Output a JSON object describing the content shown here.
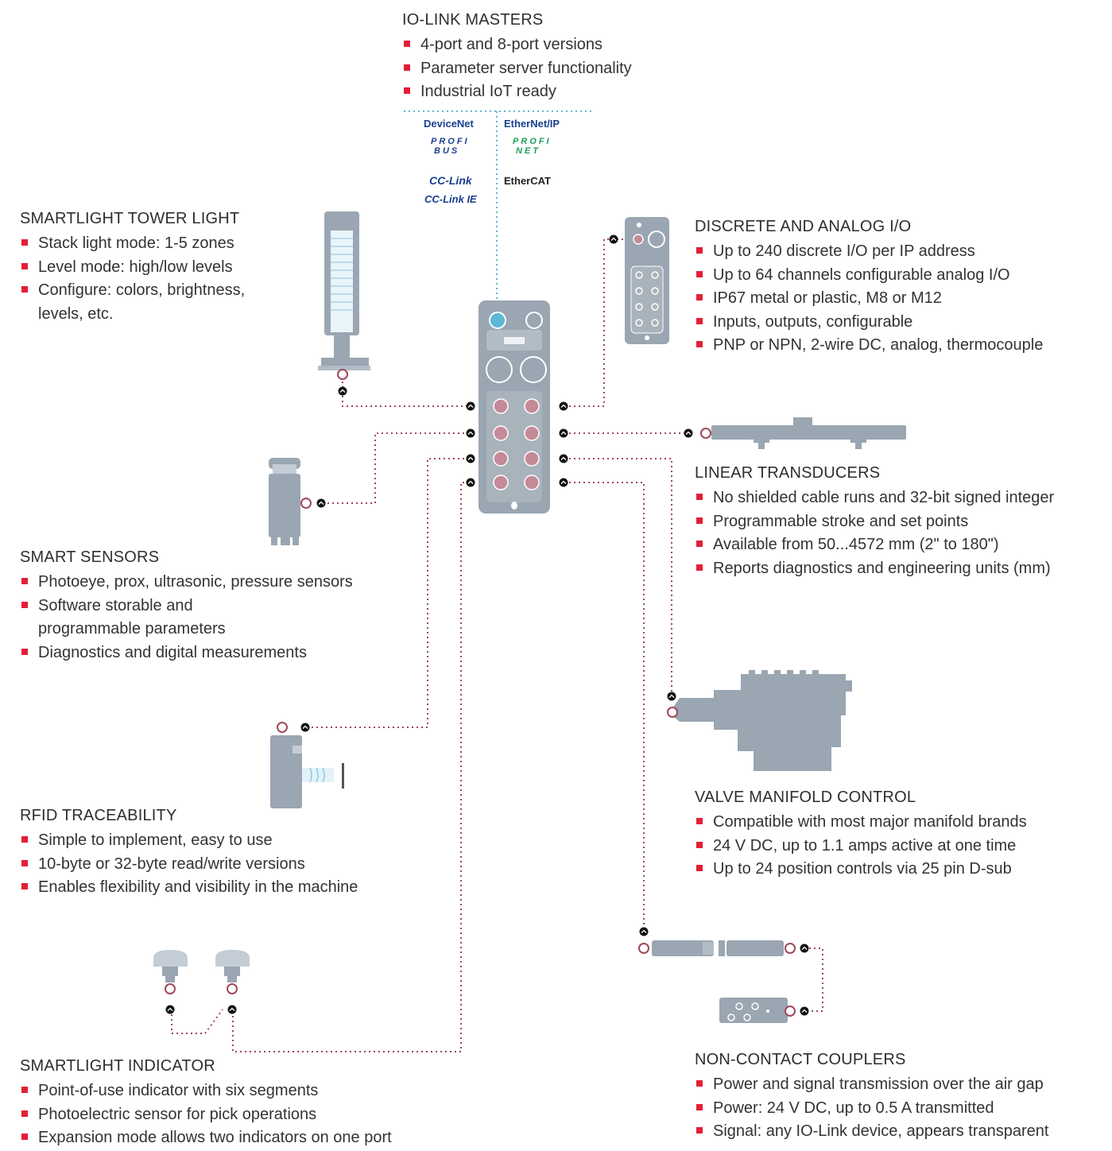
{
  "io_link": {
    "title": "IO-LINK MASTERS",
    "items": [
      "4-port and 8-port versions",
      "Parameter server functionality",
      "Industrial IoT ready"
    ]
  },
  "network_logos": {
    "devicenet": "DeviceNet",
    "ethernetip": "EtherNet/IP",
    "profibus_top": "PROFI",
    "profibus_bottom": "BUS",
    "profinet_top": "PROFI",
    "profinet_bottom": "NET",
    "cclink": "CC-Link",
    "cclinkie": "CC-Link IE",
    "ethercat": "EtherCAT"
  },
  "tower_light": {
    "title": "SMARTLIGHT TOWER LIGHT",
    "items": [
      "Stack light mode: 1-5 zones",
      "Level mode: high/low levels",
      "Configure: colors, brightness,",
      "levels, etc."
    ]
  },
  "discrete_io": {
    "title": "DISCRETE AND ANALOG I/O",
    "items": [
      "Up to 240 discrete I/O per IP address",
      "Up to 64 channels configurable analog I/O",
      "IP67 metal or plastic, M8 or M12",
      "Inputs, outputs, configurable",
      "PNP or NPN, 2-wire DC, analog, thermocouple"
    ]
  },
  "linear": {
    "title": "LINEAR TRANSDUCERS",
    "items": [
      "No shielded cable runs and 32-bit signed integer",
      "Programmable stroke and set points",
      "Available from 50...4572 mm (2\" to 180\")",
      "Reports diagnostics and engineering units (mm)"
    ]
  },
  "smart_sensors": {
    "title": "SMART SENSORS",
    "items": [
      "Photoeye, prox, ultrasonic, pressure sensors",
      "Software storable and",
      "programmable parameters",
      "Diagnostics and digital measurements"
    ]
  },
  "rfid": {
    "title": "RFID TRACEABILITY",
    "items": [
      "Simple to implement, easy to use",
      "10-byte or 32-byte read/write versions",
      "Enables flexibility and visibility in the machine"
    ]
  },
  "valve": {
    "title": "VALVE MANIFOLD CONTROL",
    "items": [
      "Compatible with most major manifold brands",
      "24 V DC, up to 1.1 amps active at one time",
      "Up to 24 position controls via 25 pin D-sub"
    ]
  },
  "indicator": {
    "title": "SMARTLIGHT INDICATOR",
    "items": [
      "Point-of-use indicator with six segments",
      "Photoelectric sensor for pick operations",
      "Expansion mode allows two indicators on one port"
    ]
  },
  "couplers": {
    "title": "NON-CONTACT COUPLERS",
    "items": [
      "Power and signal transmission over the air gap",
      "Power: 24 V DC, up to 0.5 A transmitted",
      "Signal: any IO-Link device, appears transparent"
    ]
  },
  "colors": {
    "bullet": "#e41e36",
    "device": "#9aa6b1",
    "cable": "#a0485a",
    "network_line": "#5bb8d6",
    "devicenet_blue": "#1a3f8f",
    "profinet_green": "#1b9e5a"
  }
}
